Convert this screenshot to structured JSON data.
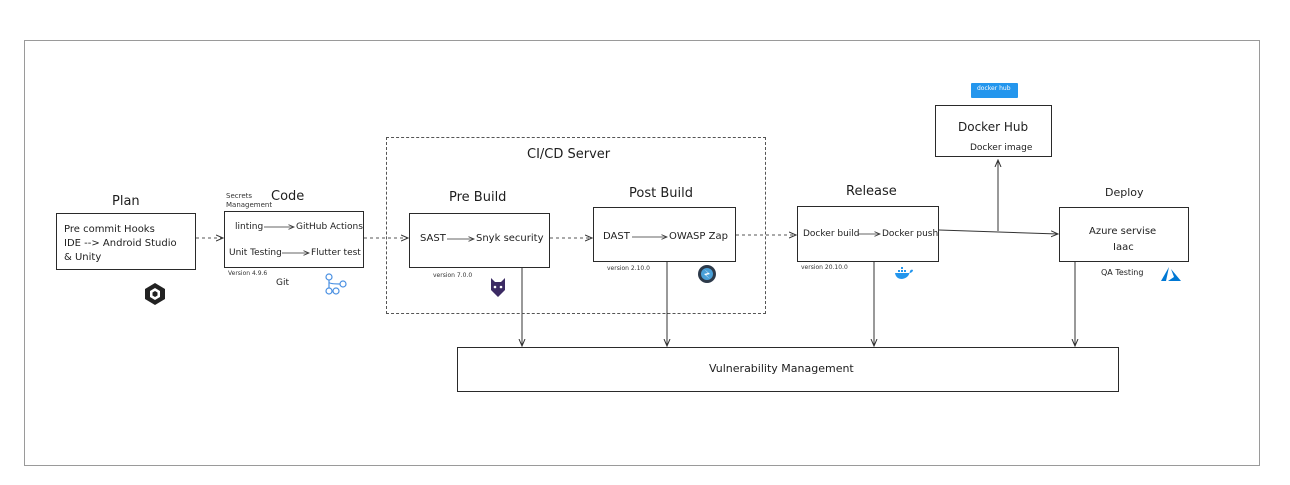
{
  "stages": {
    "plan": {
      "title": "Plan",
      "lines": [
        "Pre commit Hooks",
        "IDE --> Android Studio",
        "& Unity"
      ],
      "icon": "unity-logo-icon"
    },
    "code": {
      "title": "Code",
      "secrets_label": [
        "Secrets",
        "Management"
      ],
      "linting": "linting",
      "github_actions": "GitHub Actions",
      "unit_testing": "Unit Testing",
      "flutter_test": "Flutter test",
      "version": "Version 4.9.6",
      "git_label": "Git",
      "icon": "git-logo-icon"
    },
    "ci_server": {
      "title": "CI/CD Server"
    },
    "pre_build": {
      "title": "Pre Build",
      "sast": "SAST",
      "snyk": "Snyk security",
      "version": "version 7.0.0",
      "icon": "snyk-dog-icon"
    },
    "post_build": {
      "title": "Post Build",
      "dast": "DAST",
      "owasp": "OWASP Zap",
      "version": "version 2.10.0",
      "icon": "zap-icon"
    },
    "release": {
      "title": "Release",
      "docker_build": "Docker build",
      "docker_push": "Docker push",
      "version": "version 20.10.0",
      "icon": "docker-whale-icon"
    },
    "docker_hub": {
      "title": "Docker Hub",
      "subtitle": "Docker image",
      "badge": "docker hub",
      "badge_color": "#2496ed"
    },
    "deploy": {
      "title": "Deploy",
      "line1": "Azure servise",
      "line2": "Iaac",
      "qa": "QA Testing",
      "icon": "azure-logo-icon",
      "icon_color": "#0078d4"
    },
    "vuln": {
      "title": "Vulnerability Management"
    }
  }
}
